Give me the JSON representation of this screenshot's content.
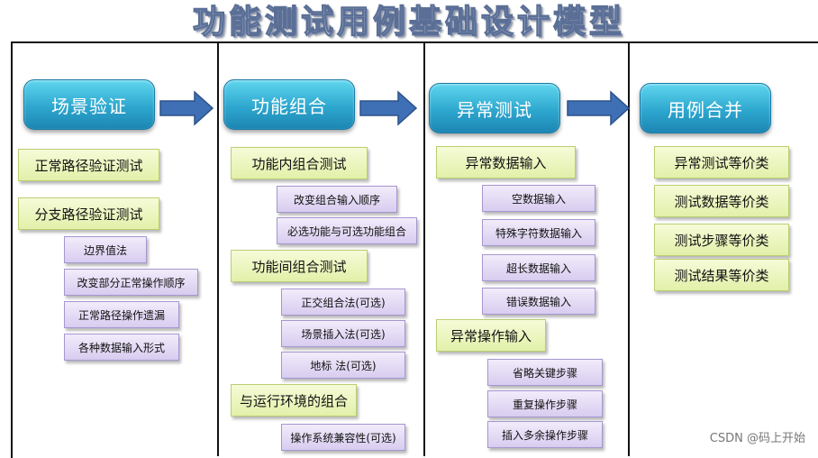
{
  "title": "功能测试用例基础设计模型",
  "stages": [
    "场景验证",
    "功能组合",
    "异常测试",
    "用例合并"
  ],
  "col1": {
    "g1": "正常路径验证测试",
    "g2": "分支路径验证测试",
    "sub": [
      "边界值法",
      "改变部分正常操作顺序",
      "正常路径操作遗漏",
      "各种数据输入形式"
    ]
  },
  "col2": {
    "g1": "功能内组合测试",
    "g1_sub": [
      "改变组合输入顺序",
      "必选功能与可选功能组合"
    ],
    "g2": "功能间组合测试",
    "g2_sub": [
      "正交组合法(可选)",
      "场景插入法(可选)",
      "地标 法(可选)"
    ],
    "g3": "与运行环境的组合",
    "g3_sub": [
      "操作系统兼容性(可选)"
    ]
  },
  "col3": {
    "g1": "异常数据输入",
    "g1_sub": [
      "空数据输入",
      "特殊字符数据输入",
      "超长数据输入",
      "错误数据输入"
    ],
    "g2": "异常操作输入",
    "g2_sub": [
      "省略关键步骤",
      "重复操作步骤",
      "插入多余操作步骤"
    ]
  },
  "col4": [
    "异常测试等价类",
    "测试数据等价类",
    "测试步骤等价类",
    "测试结果等价类"
  ],
  "watermark": "CSDN @码上开始",
  "colors": {
    "stage": "#2ea7cf",
    "arrow": "#3f6fb4",
    "green_box": "#e2f0a9",
    "purple_box": "#d8ccef"
  }
}
